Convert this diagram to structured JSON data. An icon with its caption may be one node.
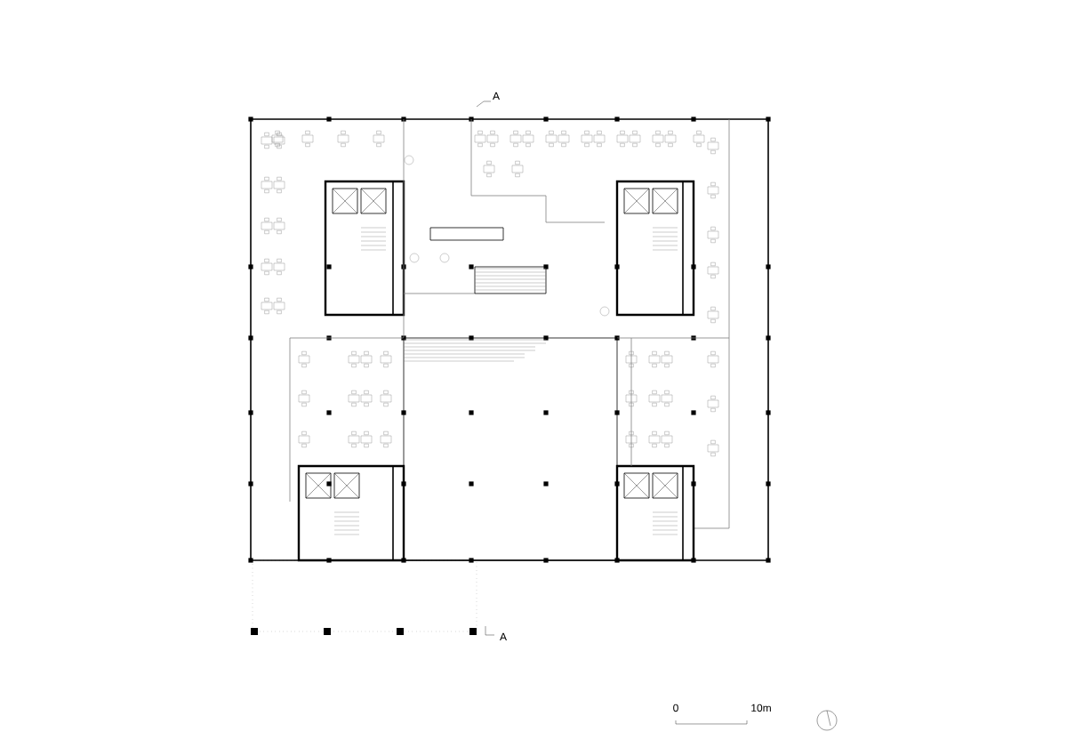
{
  "diagram": {
    "labels": [
      "A",
      "A",
      "0",
      "10m"
    ]
  }
}
